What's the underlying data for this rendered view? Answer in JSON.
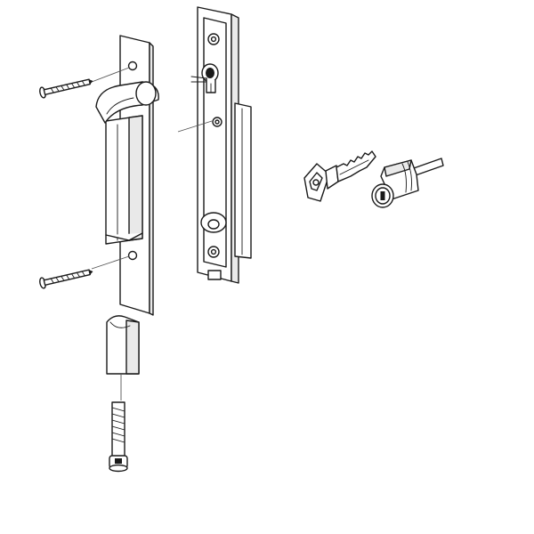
{
  "diagram": {
    "background_color": "#ffffff",
    "line_color": "#1a1a1a",
    "parts": [
      {
        "name": "mounting-screw",
        "count": 2
      },
      {
        "name": "exterior-handle-escutcheon",
        "count": 1
      },
      {
        "name": "interior-handle-escutcheon",
        "count": 1
      },
      {
        "name": "keyed-thumb-turn",
        "count": 1
      },
      {
        "name": "mortise-key",
        "count": 1
      },
      {
        "name": "key-cylinder",
        "count": 1
      },
      {
        "name": "pull-grip-insert",
        "count": 1
      },
      {
        "name": "cap-head-bolt",
        "count": 1
      }
    ]
  }
}
